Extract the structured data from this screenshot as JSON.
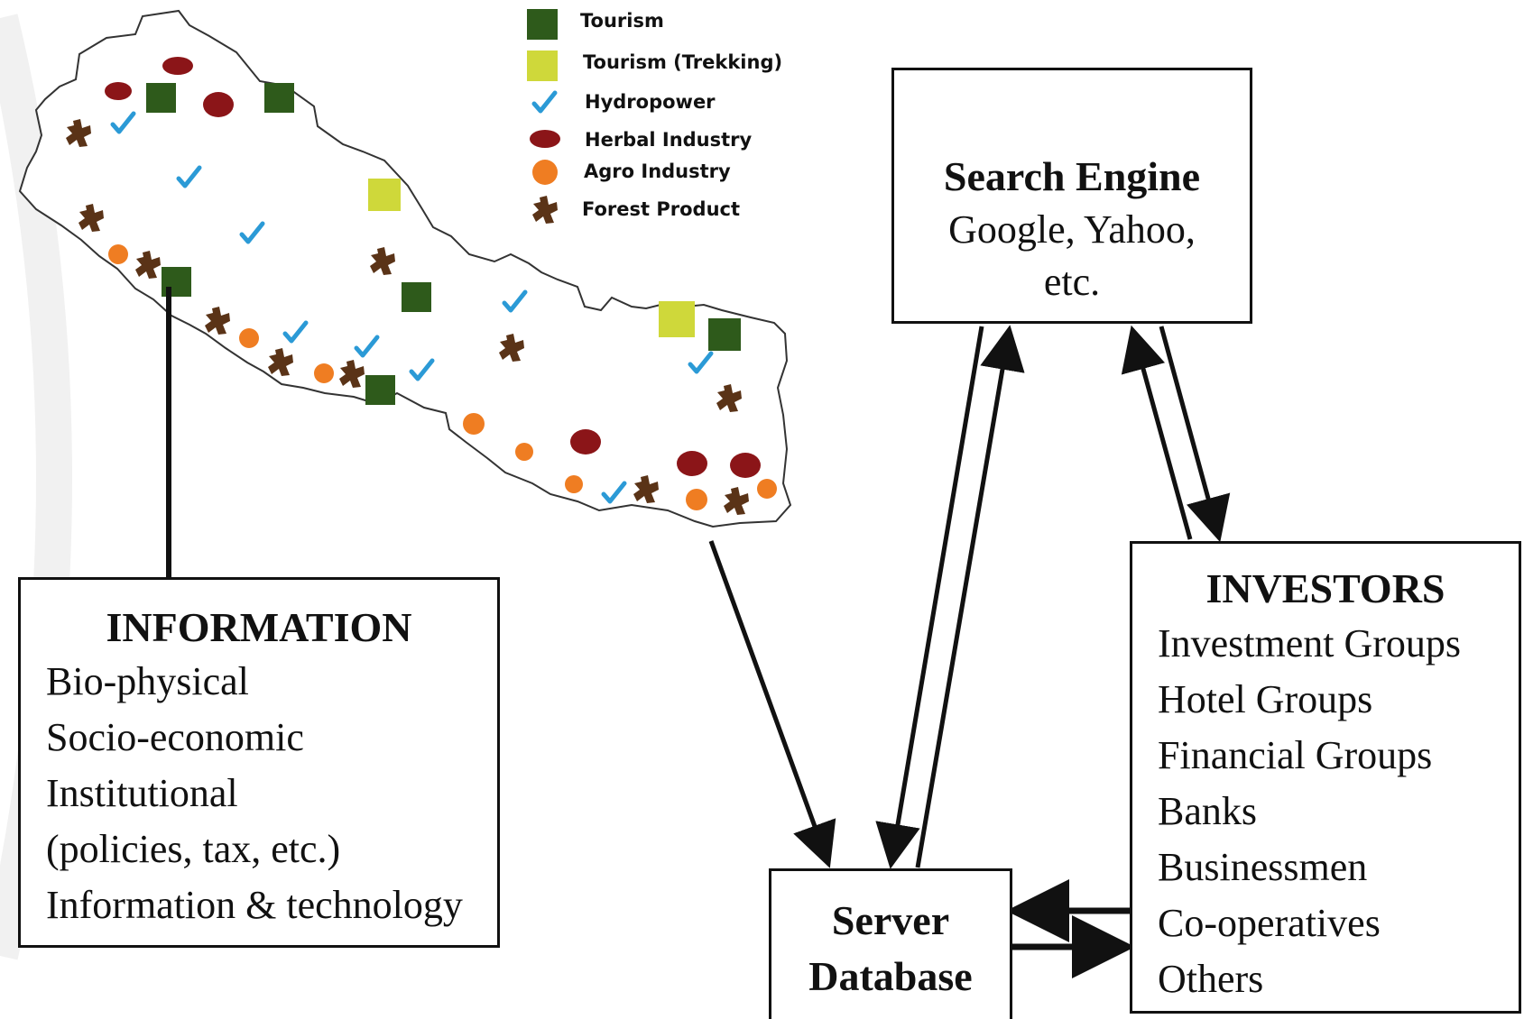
{
  "legend": {
    "items": [
      {
        "label": "Tourism",
        "icon": "dark-green-square-icon",
        "color": "#2e5a1b"
      },
      {
        "label": "Tourism (Trekking)",
        "icon": "yellow-green-square-icon",
        "color": "#cfd83a"
      },
      {
        "label": "Hydropower",
        "icon": "checkmark-icon",
        "color": "#2b9ad6"
      },
      {
        "label": "Herbal Industry",
        "icon": "dark-red-ellipse-icon",
        "color": "#8b1518"
      },
      {
        "label": "Agro Industry",
        "icon": "orange-dot-icon",
        "color": "#ef7d22"
      },
      {
        "label": "Forest Product",
        "icon": "brown-tree-icon",
        "color": "#5a3317"
      }
    ]
  },
  "search_engine": {
    "title": "Search Engine",
    "lines": [
      "Google, Yahoo,",
      "etc."
    ]
  },
  "information": {
    "title": "INFORMATION",
    "lines": [
      "Bio-physical",
      "Socio-economic",
      "Institutional",
      "(policies, tax, etc.)",
      "Information & technology"
    ]
  },
  "investors": {
    "title": "INVESTORS",
    "lines": [
      "Investment Groups",
      "Hotel Groups",
      "Financial Groups",
      "Banks",
      "Businessmen",
      "Co-operatives",
      "Others"
    ]
  },
  "server": {
    "title_lines": [
      "Server",
      "Database"
    ]
  }
}
